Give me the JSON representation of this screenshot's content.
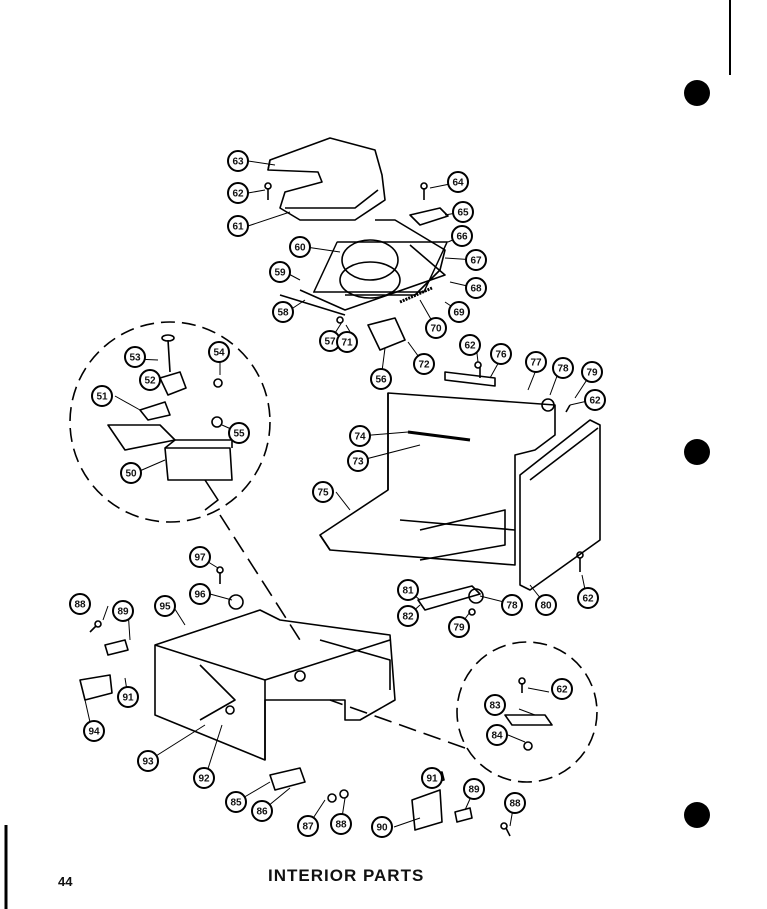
{
  "page": {
    "title": "INTERIOR PARTS",
    "page_number": "44"
  },
  "callouts": [
    "50",
    "51",
    "52",
    "53",
    "54",
    "55",
    "56",
    "57",
    "58",
    "59",
    "60",
    "61",
    "62",
    "63",
    "64",
    "65",
    "66",
    "67",
    "68",
    "69",
    "70",
    "71",
    "72",
    "73",
    "74",
    "75",
    "76",
    "77",
    "78",
    "79",
    "80",
    "81",
    "82",
    "83",
    "84",
    "85",
    "86",
    "87",
    "88",
    "89",
    "90",
    "91",
    "92",
    "93",
    "94",
    "95",
    "96",
    "97"
  ]
}
